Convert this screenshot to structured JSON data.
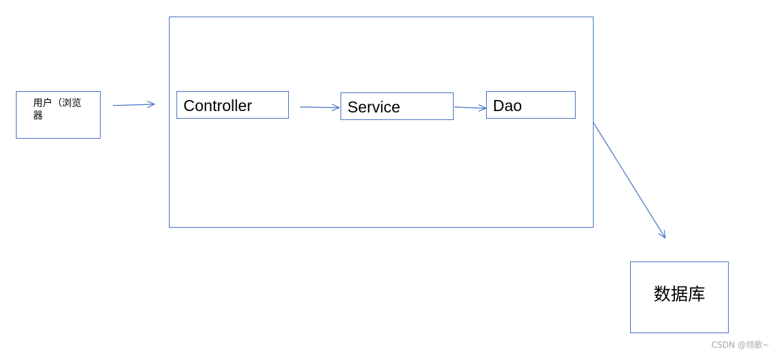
{
  "user": {
    "label": "用户（浏览器"
  },
  "components": {
    "controller": "Controller",
    "service": "Service",
    "dao": "Dao"
  },
  "database": {
    "label": "数据库"
  },
  "watermark": "CSDN @翎歌~",
  "colors": {
    "line": "#4472c4",
    "box_border": "#4472c4",
    "watermark": "#a6a6a6"
  }
}
